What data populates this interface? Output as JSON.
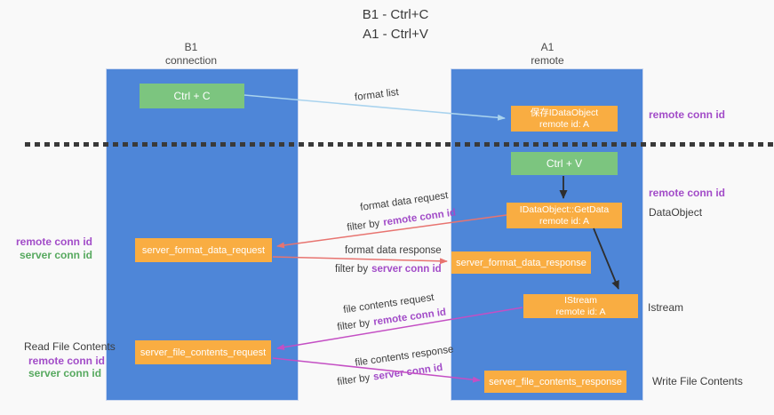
{
  "title": {
    "line1": "B1 - Ctrl+C",
    "line2": "A1 - Ctrl+V"
  },
  "lanes": {
    "left": {
      "header_line1": "B1",
      "header_line2": "connection"
    },
    "right": {
      "header_line1": "A1",
      "header_line2": "remote"
    }
  },
  "nodes": {
    "ctrl_c": "Ctrl + C",
    "ctrl_v": "Ctrl + V",
    "save_idataobject": {
      "line1": "保存IDataObject",
      "line2": "remote id: A"
    },
    "getdata": {
      "line1": "IDataObject::GetData",
      "line2": "remote id: A"
    },
    "istream": {
      "line1": "IStream",
      "line2": "remote id: A"
    },
    "server_format_data_request": "server_format_data_request",
    "server_format_data_response": "server_format_data_response",
    "server_file_contents_request": "server_file_contents_request",
    "server_file_contents_response": "server_file_contents_response"
  },
  "arrow_labels": {
    "format_list": "format list"
  },
  "flows": [
    {
      "label": "format data request",
      "filter_prefix": "filter by",
      "filter_key": "remote conn id"
    },
    {
      "label": "format data response",
      "filter_prefix": "filter by",
      "filter_key": "server conn id"
    },
    {
      "label": "file contents request",
      "filter_prefix": "filter by",
      "filter_key": "remote conn id"
    },
    {
      "label": "file contents response",
      "filter_prefix": "filter by",
      "filter_key": "server conn id"
    }
  ],
  "side_labels": {
    "right_top_conn_id": "remote conn id",
    "right_mid_conn_id": "remote conn id",
    "right_dataobject": "DataObject",
    "right_istream": "Istream",
    "right_write": "Write File Contents",
    "left_mid_remote": "remote conn id",
    "left_mid_server": "server conn id",
    "left_read": "Read File Contents",
    "left_bottom_remote": "remote conn id",
    "left_bottom_server": "server conn id"
  },
  "colors": {
    "lane_blue": "#4e86d8",
    "box_green": "#7cc57f",
    "box_orange": "#f9ad42",
    "arrow_lightblue": "#a9d3ee",
    "arrow_red": "#e87470",
    "arrow_magenta": "#c44fc4",
    "arrow_black": "#2e2e2e",
    "label_purple": "#a24cc8",
    "label_green": "#57a95f"
  }
}
